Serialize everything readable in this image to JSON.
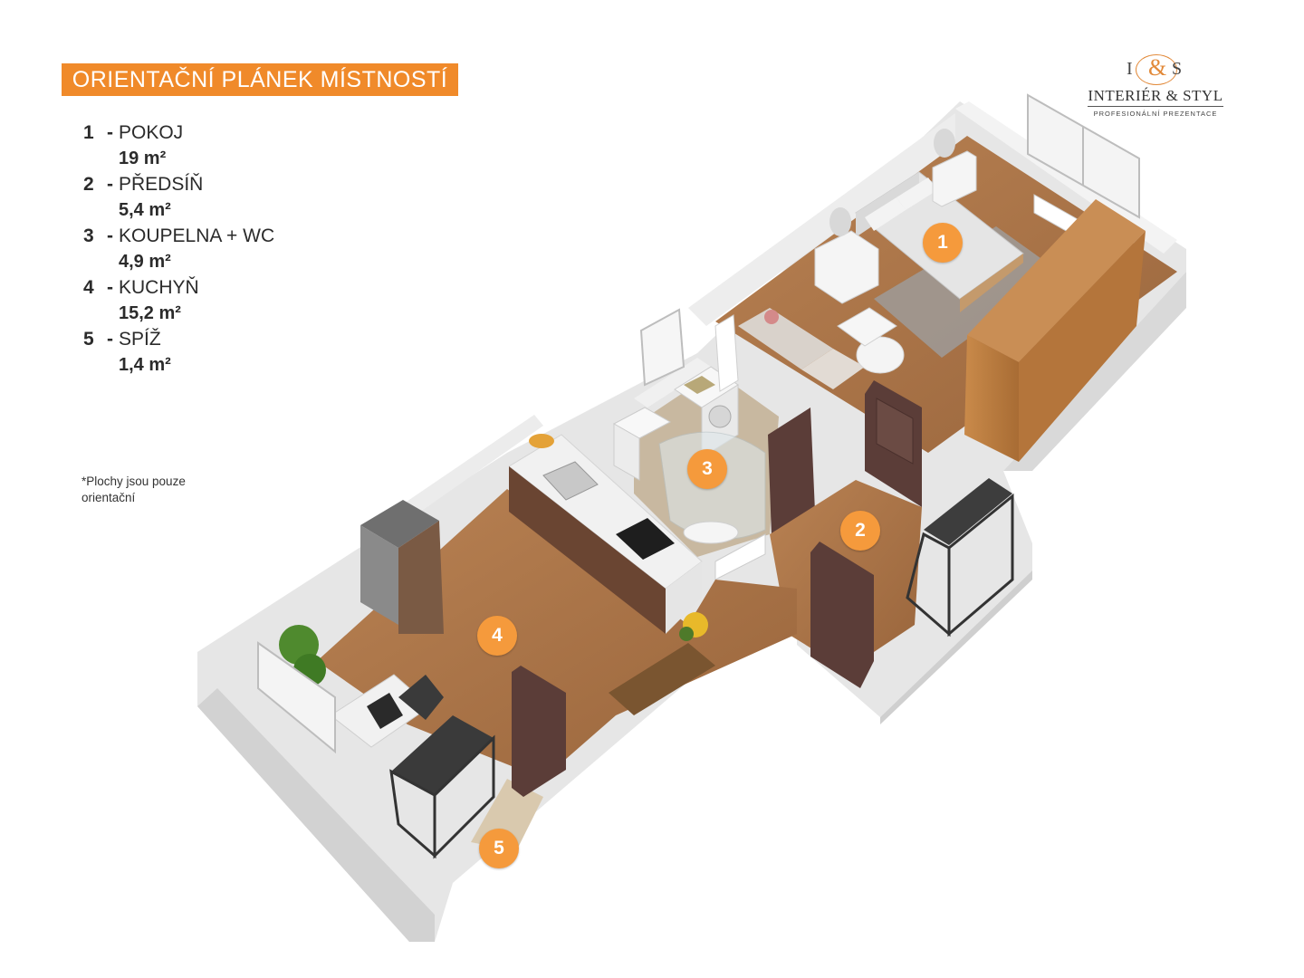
{
  "title": "ORIENTAČNÍ PLÁNEK MÍSTNOSTÍ",
  "logo": {
    "monogram_left": "I",
    "monogram_amp": "&",
    "monogram_right": "S",
    "name": "INTERIÉR & STYL",
    "tagline": "PROFESIONÁLNÍ PREZENTACE"
  },
  "rooms": [
    {
      "number": "1",
      "dash": "-",
      "name": "POKOJ",
      "area": "19 m²"
    },
    {
      "number": "2",
      "dash": "-",
      "name": "PŘEDSÍŇ",
      "area": "5,4 m²"
    },
    {
      "number": "3",
      "dash": "-",
      "name": "KOUPELNA + WC",
      "area": "4,9 m²"
    },
    {
      "number": "4",
      "dash": "-",
      "name": "KUCHYŇ",
      "area": "15,2 m²"
    },
    {
      "number": "5",
      "dash": "-",
      "name": "SPÍŽ",
      "area": "1,4 m²"
    }
  ],
  "note": "*Plochy jsou pouze\n orientační",
  "markers": [
    "1",
    "2",
    "3",
    "4",
    "5"
  ],
  "colors": {
    "accent": "#f08a2a",
    "marker": "#f59a3c",
    "floor_wood": "#a9754a",
    "wall": "#e9e9e9",
    "door": "#5a3f3a",
    "wardrobe": "#b8783e"
  }
}
